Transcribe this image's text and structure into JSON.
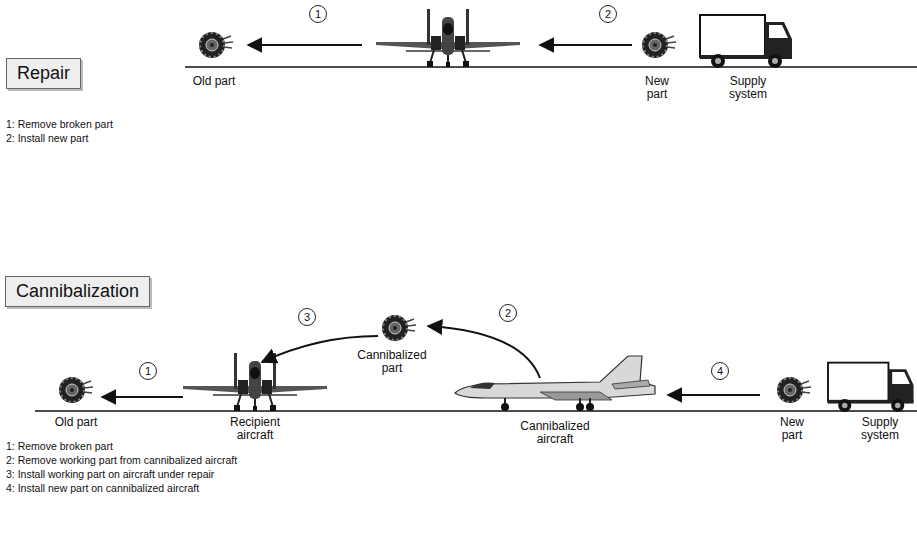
{
  "diagram": {
    "nodes": [
      {
        "text": [
          "Repair"
        ]
      },
      {
        "text": [
          "Cannibalization"
        ]
      }
    ],
    "labels": [
      "1",
      "2",
      "Old part",
      "New part",
      "Supply system",
      "1: Remove broken part",
      "2: Install new part",
      "1",
      "2",
      "3",
      "4",
      "Cannibalized part",
      "Old part",
      "Recipient aircraft",
      "Cannibalized aircraft",
      "New part",
      "Supply system",
      "1: Remove broken part",
      "2: Remove working part from cannibalized aircraft",
      "3: Install working part on aircraft under repair",
      "4: Install new part on cannibalized aircraft"
    ]
  }
}
